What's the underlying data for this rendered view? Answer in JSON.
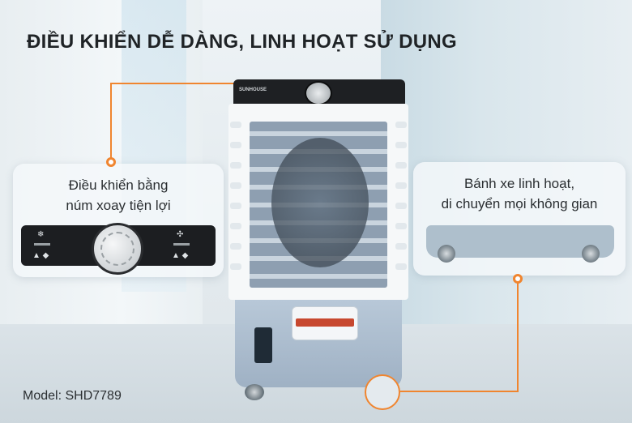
{
  "headline": "ĐIỀU KHIỂN DỄ DÀNG, LINH HOẠT SỬ DỤNG",
  "callouts": {
    "left": {
      "line1": "Điều khiển bằng",
      "line2": "núm xoay tiện lợi"
    },
    "right": {
      "line1": "Bánh xe linh hoạt,",
      "line2": "di chuyển mọi không gian"
    }
  },
  "model": "Model: SHD7789",
  "brand_logo": "SUNHOUSE",
  "icons": {
    "snowflake": "snowflake-icon",
    "fan_speed": "fan-speed-icon",
    "knob": "rotary-knob-icon",
    "wheel": "caster-wheel-icon"
  },
  "colors": {
    "accent": "#f0852f",
    "headline": "#1f2326",
    "panel": "#1c1e21",
    "grille": "#8e9fb1",
    "tank": "#a9bacb"
  }
}
